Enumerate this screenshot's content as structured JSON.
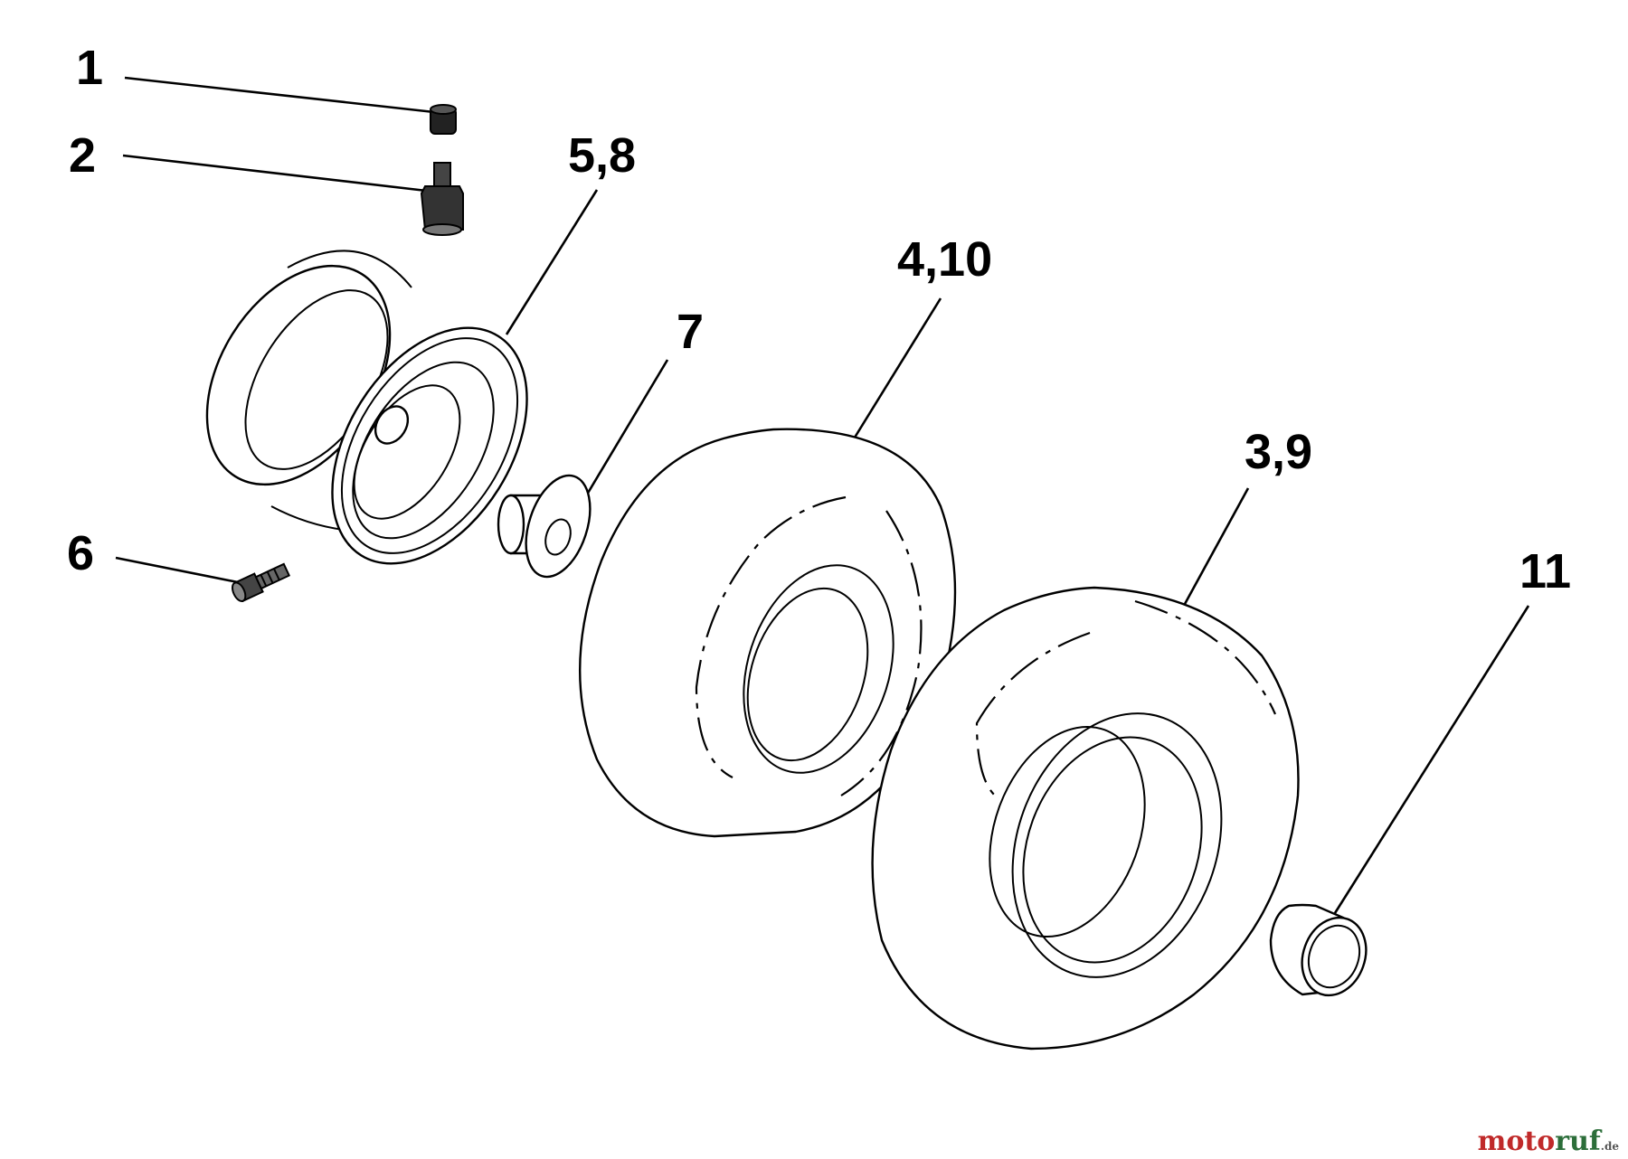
{
  "callouts": {
    "c1": "1",
    "c2": "2",
    "c58": "5,8",
    "c410": "4,10",
    "c7": "7",
    "c39": "3,9",
    "c6": "6",
    "c11": "11"
  },
  "watermark": {
    "part1": "moto",
    "part2": "ruf",
    "suffix": ".de"
  },
  "colors": {
    "line": "#000000",
    "background": "#ffffff",
    "watermark_red": "#c02a2a",
    "watermark_green": "#2c6e3a"
  }
}
